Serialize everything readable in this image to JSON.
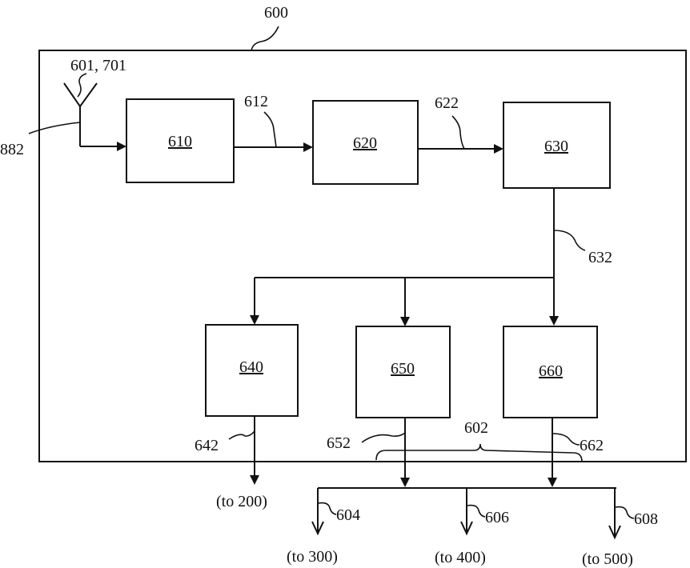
{
  "diagram": {
    "system_label": "600",
    "antenna_label": "601, 701",
    "input_label": "882",
    "blocks": {
      "b610": "610",
      "b620": "620",
      "b630": "630",
      "b640": "640",
      "b650": "650",
      "b660": "660"
    },
    "connectors": {
      "c612": "612",
      "c622": "622",
      "c632": "632",
      "c642": "642",
      "c652": "652",
      "c662": "662",
      "c602": "602",
      "c604": "604",
      "c606": "606",
      "c608": "608"
    },
    "destinations": {
      "to200": "(to 200)",
      "to300": "(to 300)",
      "to400": "(to 400)",
      "to500": "(to 500)"
    }
  }
}
